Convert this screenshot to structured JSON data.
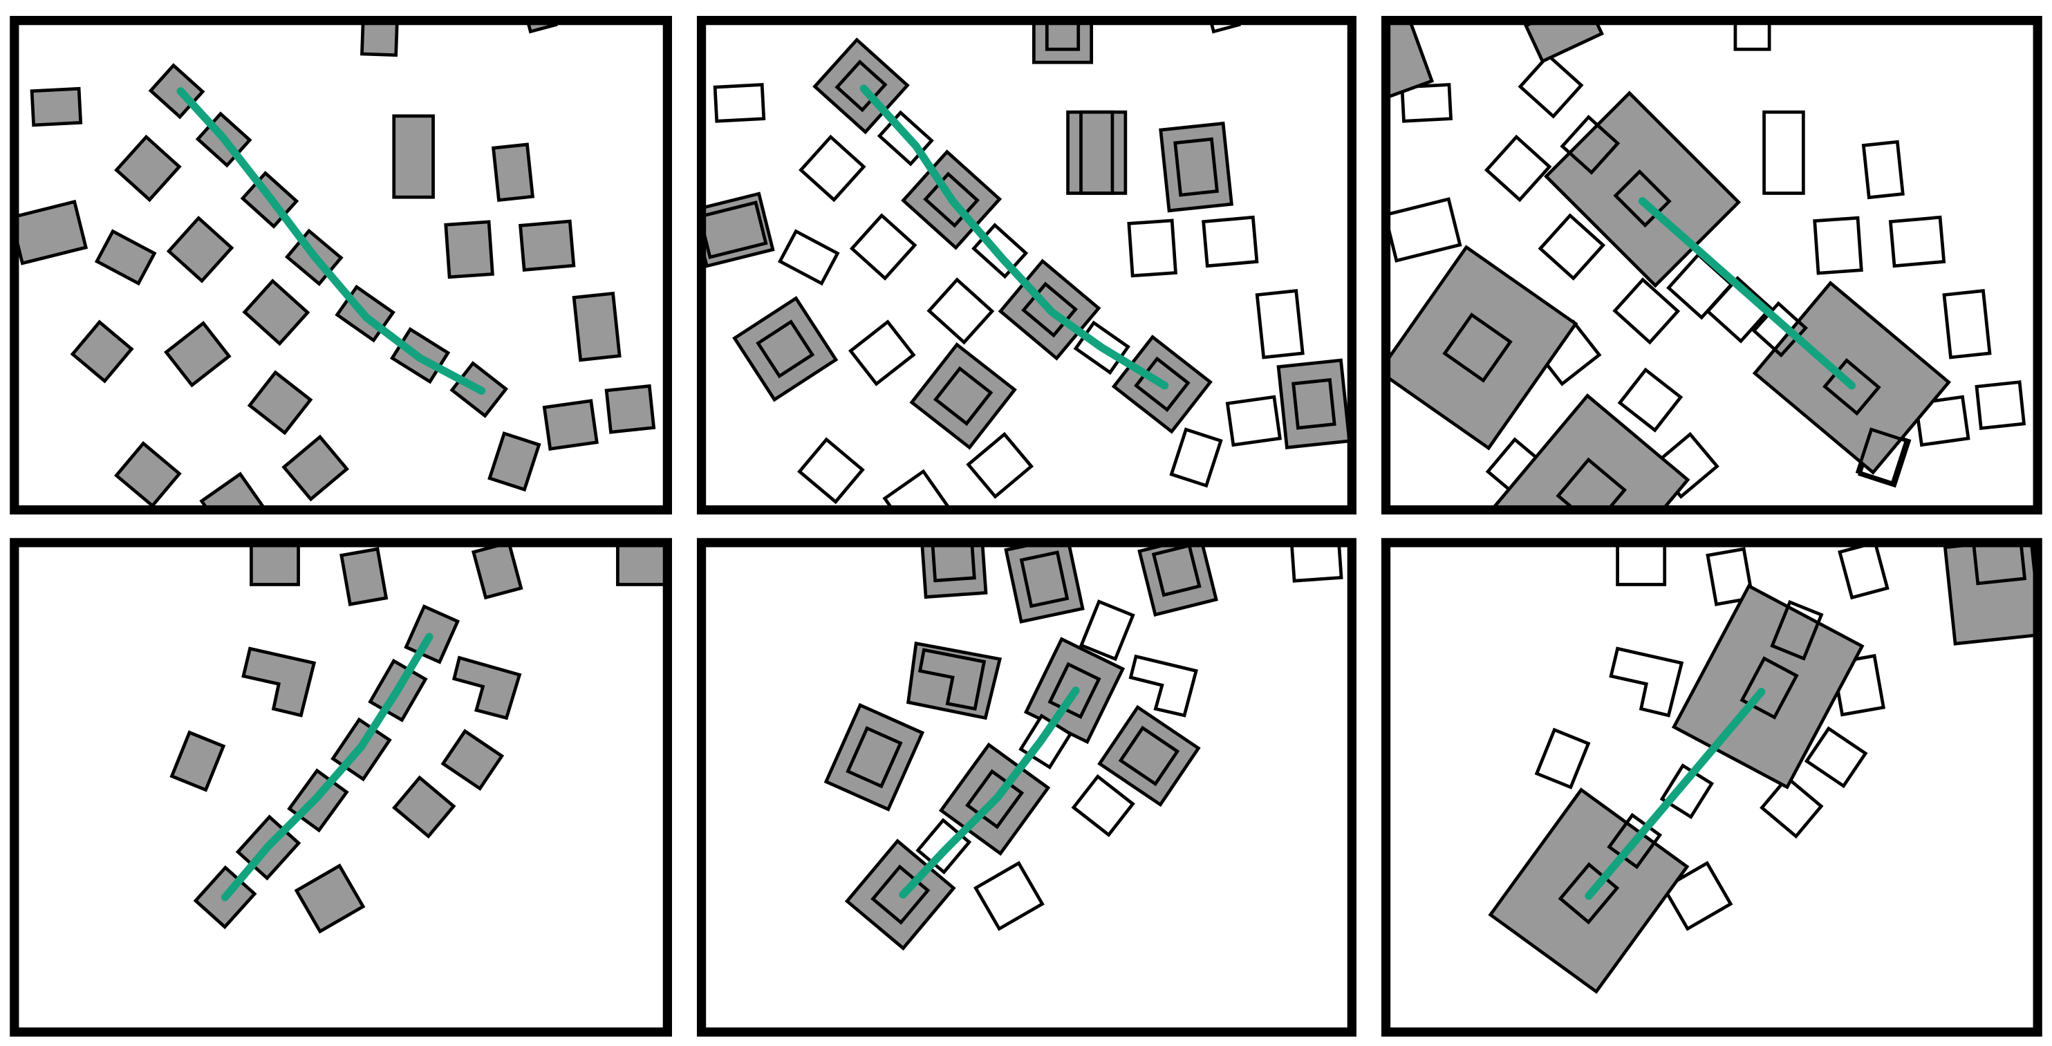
{
  "figure": {
    "colors": {
      "building_fill": "#999999",
      "building_stroke": "#000000",
      "empty_fill": "#ffffff",
      "path": "#13a37f",
      "frame": "#000000"
    },
    "panels": [
      {
        "name": "panel-top-left",
        "style": "filled",
        "variant": "small-buildings",
        "path": "curved-road"
      },
      {
        "name": "panel-top-middle",
        "style": "outlined-with-aggregates",
        "variant": "mid-aggregation",
        "path": "curved-road"
      },
      {
        "name": "panel-top-right",
        "style": "outlined-with-aggregates",
        "variant": "large-aggregation",
        "path": "straight-road"
      },
      {
        "name": "panel-bottom-left",
        "style": "filled",
        "variant": "small-buildings",
        "path": "curved-road"
      },
      {
        "name": "panel-bottom-middle",
        "style": "outlined-with-aggregates",
        "variant": "mid-aggregation",
        "path": "curved-road"
      },
      {
        "name": "panel-bottom-right",
        "style": "outlined-with-aggregates",
        "variant": "large-aggregation",
        "path": "straight-road"
      }
    ]
  }
}
